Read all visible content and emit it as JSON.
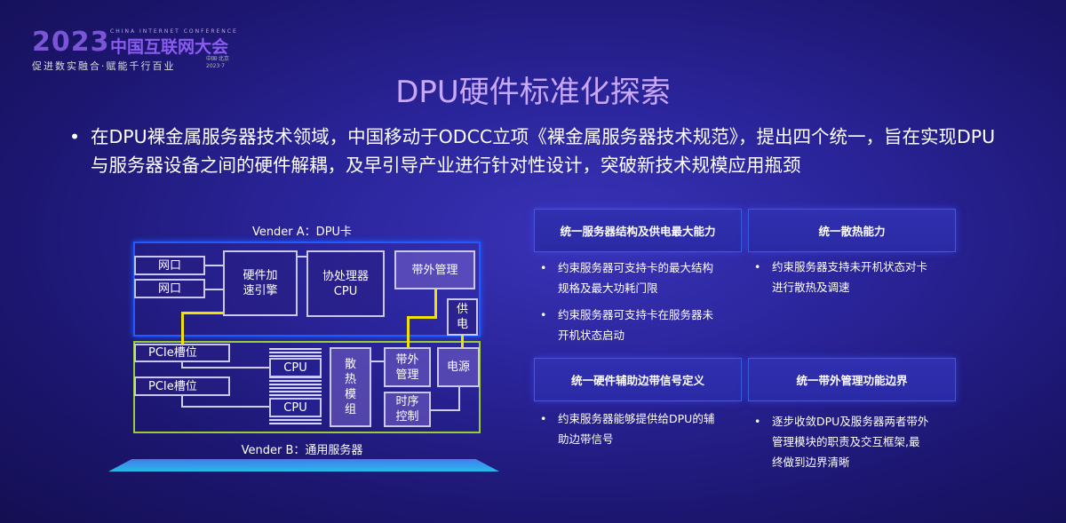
{
  "logo": {
    "year": "2023",
    "english": "CHINA INTERNET CONFERENCE",
    "chinese": "中国互联网大会",
    "slogan": "促进数实融合·赋能千行百业",
    "place": "中国·北京",
    "date": "2023·7"
  },
  "title": "DPU硬件标准化探索",
  "intro": "在DPU裸金属服务器技术领域，中国移动于ODCC立项《裸金属服务器技术规范》，提出四个统一，旨在实现DPU与服务器设备之间的硬件解耦，及早引导产业进行针对性设计，突破新技术规模应用瓶颈",
  "diagram": {
    "vendor_a": "Vender A：DPU卡",
    "vendor_b": "Vender B：通用服务器",
    "port1": "网口",
    "port2": "网口",
    "accel": "硬件加速引擎",
    "coproc": "协处理器CPU",
    "oob_a": "带外管理",
    "power_supply": "供电",
    "pcie1": "PCIe槽位",
    "pcie2": "PCIe槽位",
    "cpu1": "CPU",
    "cpu2": "CPU",
    "cooling": "散热模组",
    "oob_b": "带外管理",
    "timing": "时序控制",
    "psu": "电源",
    "colors": {
      "dpu_border": "#1f5bff",
      "server_border": "#9acd32",
      "link": "#f1e100"
    }
  },
  "cards": [
    {
      "title": "统一服务器结构及供电最大能力",
      "bullets": [
        "约束服务器可支持卡的最大结构规格及最大功耗门限",
        "约束服务器可支持卡在服务器未开机状态启动"
      ]
    },
    {
      "title": "统一散热能力",
      "bullets": [
        "约束服务器支持未开机状态对卡进行散热及调速"
      ]
    },
    {
      "title": "统一硬件辅助边带信号定义",
      "bullets": [
        "约束服务器能够提供给DPU的辅助边带信号"
      ]
    },
    {
      "title": "统一带外管理功能边界",
      "bullets": [
        "逐步收敛DPU及服务器两者带外管理模块的职责及交互框架,最终做到边界清晰"
      ]
    }
  ]
}
